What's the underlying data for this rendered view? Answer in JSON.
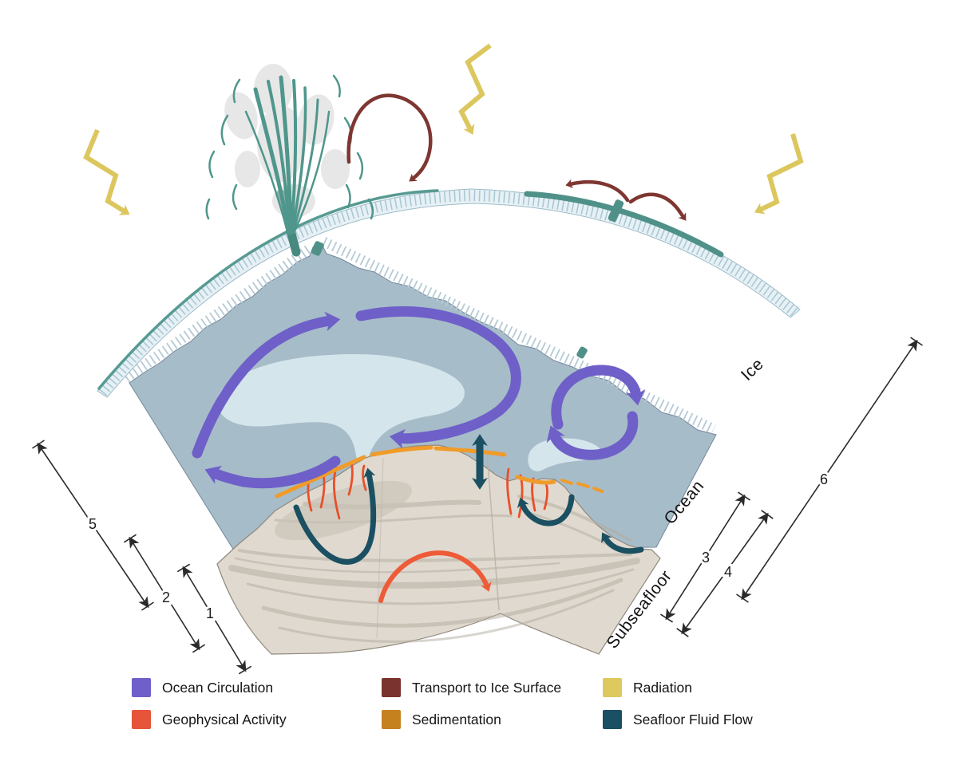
{
  "legend": {
    "items": [
      {
        "label": "Ocean Circulation",
        "color": "#6e60c8"
      },
      {
        "label": "Geophysical Activity",
        "color": "#e6543a"
      },
      {
        "label": "Transport to Ice Surface",
        "color": "#7a332e"
      },
      {
        "label": "Sedimentation",
        "color": "#c6811f"
      },
      {
        "label": "Radiation",
        "color": "#ddc95e"
      },
      {
        "label": "Seafloor Fluid Flow",
        "color": "#1b5064"
      }
    ]
  },
  "region_labels": {
    "ice": "Ice",
    "ocean": "Ocean",
    "subseafloor": "Subseafloor"
  },
  "depth_markers": {
    "numbers": [
      "1",
      "2",
      "3",
      "4",
      "5",
      "6"
    ]
  },
  "palette": {
    "ocean_circulation": "#6e60c8",
    "geophysical_activity": "#ed5b38",
    "transport_to_ice_surface": "#7e3631",
    "sediment_layer": "#f09b2a",
    "radiation": "#dcc75f",
    "seafloor_fluid_flow": "#1b5062",
    "ocean_fill": "#a7bcc9",
    "ocean_plume_fill": "#d4e5ec",
    "ice_band_fill": "#e7f1f5",
    "ice_hatch": "#a9c8d4",
    "ocean_edge_hatch": "#b5cad4",
    "surface_deposit": "#4f9188",
    "plume_jet": "#4f968c",
    "subseafloor_fill": "#e0d9cf",
    "crack": "#e8502a",
    "annotation": "#2b2b2b"
  }
}
